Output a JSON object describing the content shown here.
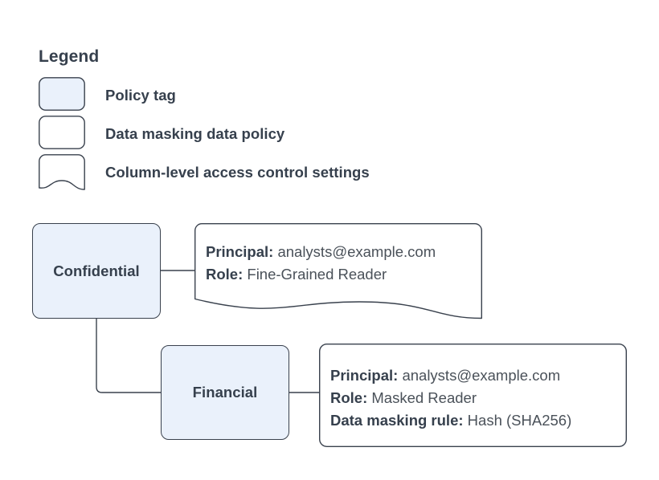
{
  "colors": {
    "page_background": "#ffffff",
    "node_fill": "#eaf1fb",
    "node_stroke": "#39414d",
    "callout_fill": "#ffffff",
    "text": "#36404d",
    "text_value": "#4a5159",
    "connector": "#39414d"
  },
  "legend": {
    "title": "Legend",
    "items": [
      {
        "label": "Policy tag",
        "shape": "rounded-rect",
        "fill": "#eaf1fb",
        "icon": "policy-tag-swatch-icon"
      },
      {
        "label": "Data masking data policy",
        "shape": "rounded-rect",
        "fill": "#ffffff",
        "icon": "data-policy-swatch-icon"
      },
      {
        "label": "Column-level access control settings",
        "shape": "wave-bottom-rect",
        "fill": "#ffffff",
        "icon": "access-settings-swatch-icon"
      }
    ]
  },
  "nodes": [
    {
      "id": "confidential",
      "label": "Confidential",
      "type": "policy-tag"
    },
    {
      "id": "financial",
      "label": "Financial",
      "type": "policy-tag"
    }
  ],
  "callouts": [
    {
      "id": "confidential",
      "shape": "wave-bottom-rect",
      "attached_to": "Confidential",
      "lines": [
        {
          "key": "Principal:",
          "value": "analysts@example.com"
        },
        {
          "key": "Role:",
          "value": "Fine-Grained Reader"
        }
      ]
    },
    {
      "id": "financial",
      "shape": "rounded-rect",
      "attached_to": "Financial",
      "lines": [
        {
          "key": "Principal:",
          "value": "analysts@example.com"
        },
        {
          "key": "Role:",
          "value": "Masked Reader"
        },
        {
          "key": "Data masking rule:",
          "value": "Hash (SHA256)"
        }
      ]
    }
  ],
  "connectors": [
    {
      "id": "confidential-to-callout",
      "from": "Confidential",
      "to": "confidential-callout",
      "style": "straight"
    },
    {
      "id": "confidential-to-financial",
      "from": "Confidential",
      "to": "Financial",
      "style": "elbow"
    },
    {
      "id": "financial-to-callout",
      "from": "Financial",
      "to": "financial-callout",
      "style": "straight"
    }
  ]
}
